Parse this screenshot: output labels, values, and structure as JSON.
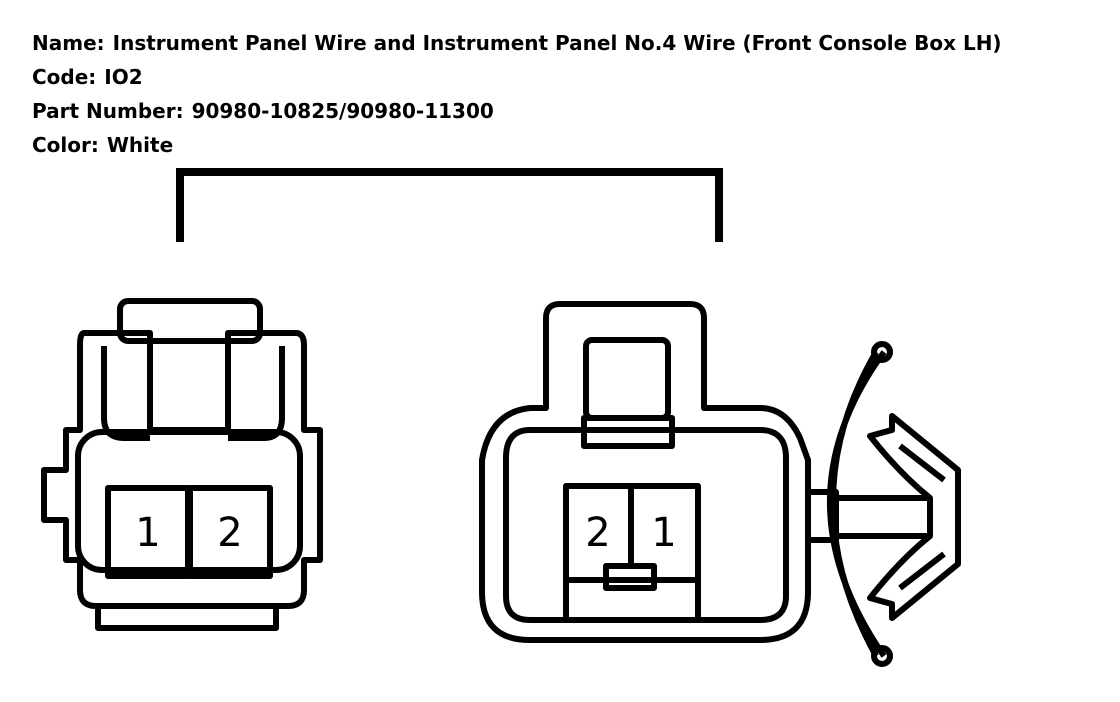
{
  "info": {
    "name_label": "Name:",
    "name_value": "Instrument Panel Wire and Instrument Panel No.4 Wire (Front Console Box LH)",
    "code_label": "Code:",
    "code_value": "IO2",
    "part_label": "Part Number:",
    "part_value": "90980-10825/90980-11300",
    "color_label": "Color:",
    "color_value": "White"
  },
  "connectors": {
    "left": {
      "pins": [
        "1",
        "2"
      ]
    },
    "right": {
      "pins": [
        "2",
        "1"
      ]
    }
  },
  "colors": {
    "line": "#000000",
    "background": "#ffffff"
  }
}
